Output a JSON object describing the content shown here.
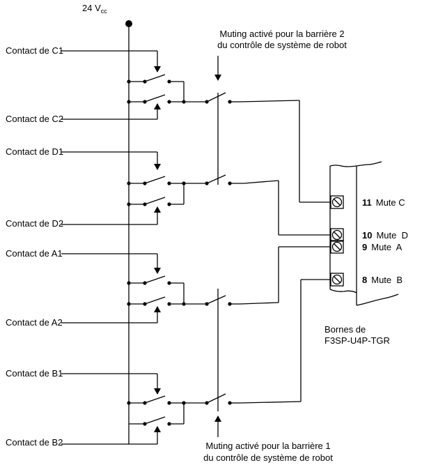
{
  "supply": {
    "label": "24 V",
    "subscript": "cc"
  },
  "contacts": {
    "c1": "Contact de C1",
    "c2": "Contact de C2",
    "d1": "Contact de D1",
    "d2": "Contact de D2",
    "a1": "Contact de A1",
    "a2": "Contact de A2",
    "b1": "Contact de B1",
    "b2": "Contact de B2"
  },
  "muting_top": {
    "line1": "Muting activé pour la barrière 2",
    "line2": "du contrôle de système de robot"
  },
  "muting_bottom": {
    "line1": "Muting activé pour la barrière 1",
    "line2": "du contrôle de système de robot"
  },
  "terminals": [
    {
      "number": "11",
      "name": "Mute C"
    },
    {
      "number": "10",
      "name": "Mute  D"
    },
    {
      "number": "9",
      "name": "Mute  A"
    },
    {
      "number": "8",
      "name": "Mute  B"
    }
  ],
  "terminal_block": {
    "line1": "Bornes de",
    "line2": "F3SP-U4P-TGR"
  }
}
